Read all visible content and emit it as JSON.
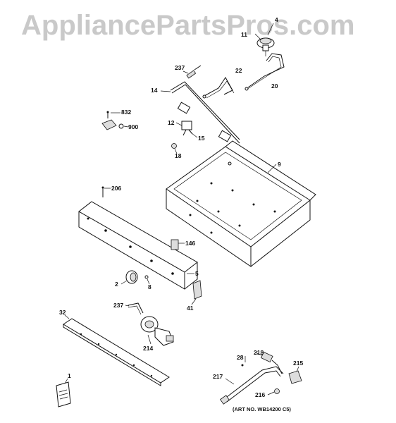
{
  "watermark": "AppliancePartsPros.com",
  "art_number": "(ART NO. WB14200 C5)",
  "labels": {
    "p4": "4",
    "p11": "11",
    "p22": "22",
    "p20": "20",
    "p237a": "237",
    "p14": "14",
    "p832": "832",
    "p900": "900",
    "p12": "12",
    "p15": "15",
    "p18": "18",
    "p9": "9",
    "p206": "206",
    "p146": "146",
    "p5": "5",
    "p2": "2",
    "p8": "8",
    "p41": "41",
    "p32": "32",
    "p237b": "237",
    "p214": "214",
    "p1": "1",
    "p28": "28",
    "p218": "218",
    "p215": "215",
    "p217": "217",
    "p216": "216"
  }
}
